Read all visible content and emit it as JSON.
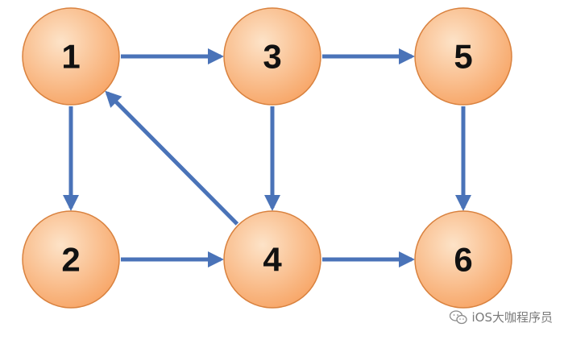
{
  "diagram": {
    "title": "",
    "node_fill_top": "#fde3c8",
    "node_fill_bottom": "#f7a566",
    "node_stroke": "#d9823f",
    "edge_color": "#4a73b8",
    "nodes": [
      {
        "id": "1",
        "label": "1"
      },
      {
        "id": "2",
        "label": "2"
      },
      {
        "id": "3",
        "label": "3"
      },
      {
        "id": "4",
        "label": "4"
      },
      {
        "id": "5",
        "label": "5"
      },
      {
        "id": "6",
        "label": "6"
      }
    ],
    "edges": [
      {
        "from": "1",
        "to": "3"
      },
      {
        "from": "3",
        "to": "5"
      },
      {
        "from": "1",
        "to": "2"
      },
      {
        "from": "3",
        "to": "4"
      },
      {
        "from": "5",
        "to": "6"
      },
      {
        "from": "4",
        "to": "1"
      },
      {
        "from": "2",
        "to": "4"
      },
      {
        "from": "4",
        "to": "6"
      }
    ]
  },
  "watermark": {
    "icon": "wechat-icon",
    "text": "iOS大咖程序员"
  }
}
